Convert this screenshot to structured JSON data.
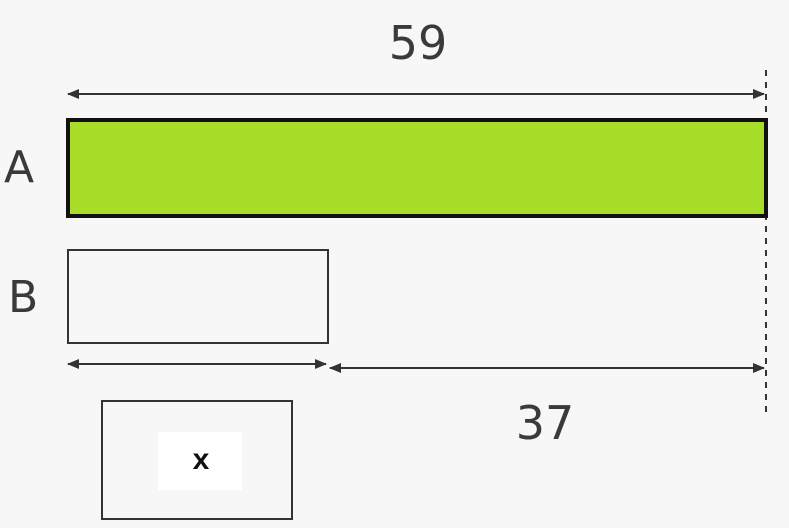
{
  "total_value": "59",
  "difference_value": "37",
  "bar_a_label": "A",
  "bar_b_label": "B",
  "unknown_label": "x",
  "colors": {
    "bar_a_fill": "#a8de2a",
    "outline": "#111111",
    "text": "#3a3a3a",
    "background": "#f7f7f7"
  }
}
